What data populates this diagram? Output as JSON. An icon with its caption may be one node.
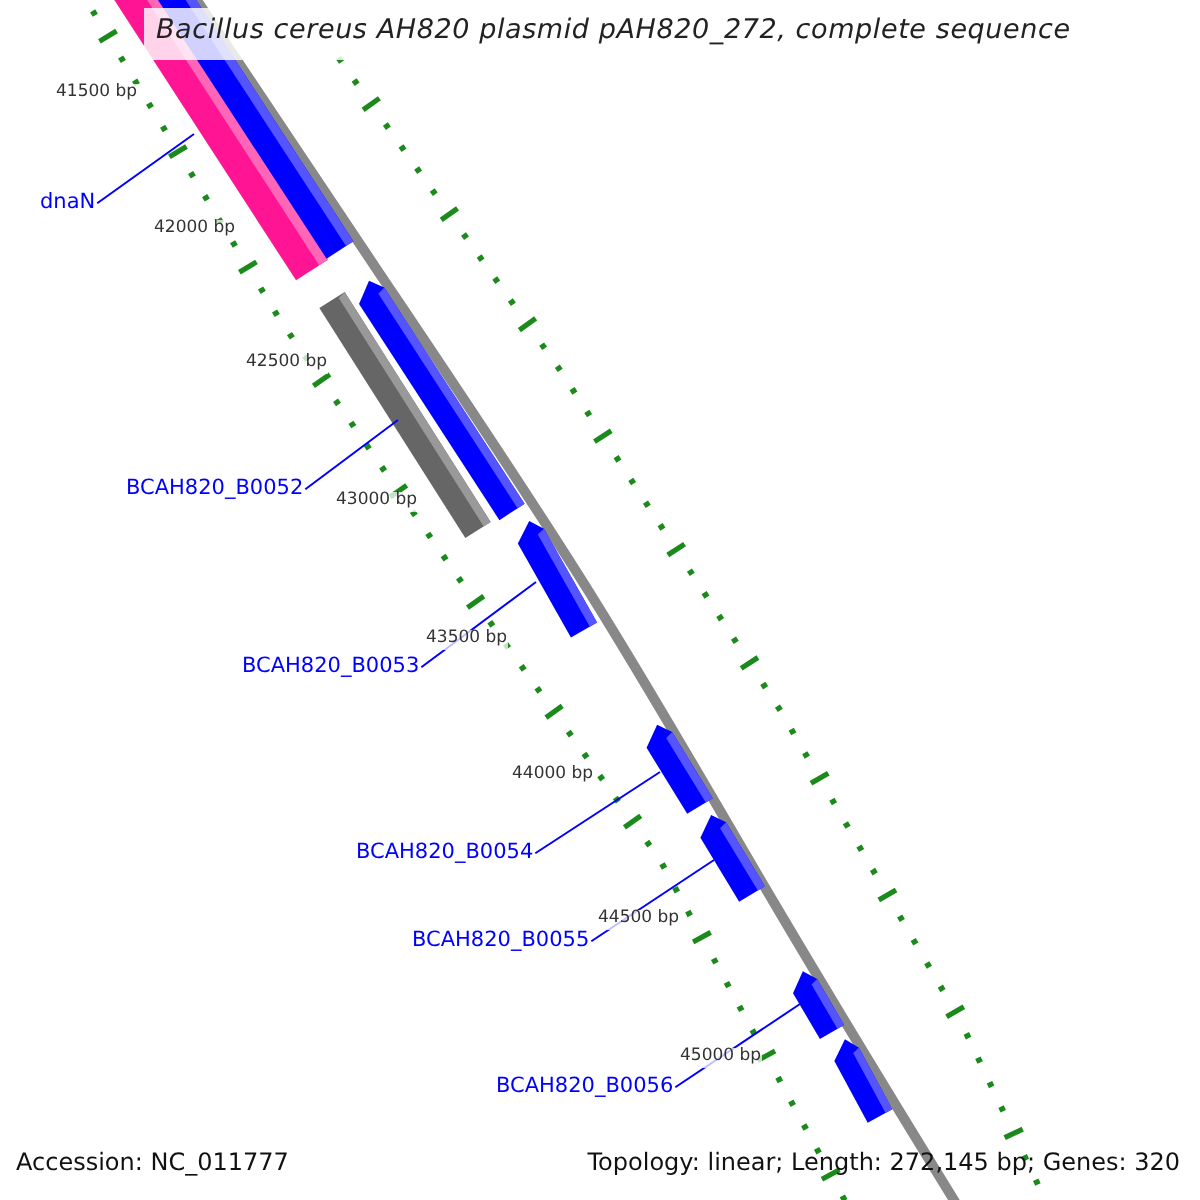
{
  "diagram": {
    "title": "Bacillus cereus AH820 plasmid pAH820_272, complete sequence",
    "nodes": [
      {
        "text": [
          "dnaN"
        ]
      },
      {
        "text": [
          "BCAH820_B0052"
        ]
      },
      {
        "text": [
          "BCAH820_B0053"
        ]
      },
      {
        "text": [
          "BCAH820_B0054"
        ]
      },
      {
        "text": [
          "BCAH820_B0055"
        ]
      },
      {
        "text": [
          "BCAH820_B0056"
        ]
      },
      {
        "text": [],
        "shape": "bar"
      },
      {
        "text": [],
        "shape": "bar"
      },
      {
        "text": [],
        "shape": "bar"
      },
      {
        "text": [],
        "shape": "bar"
      },
      {
        "text": [],
        "shape": "bar"
      },
      {
        "text": [],
        "shape": "bar"
      },
      {
        "text": [],
        "shape": "bar"
      },
      {
        "text": [],
        "shape": "bar"
      },
      {
        "text": [],
        "shape": "bar"
      }
    ],
    "edges": [
      {
        "from": 0,
        "to": 6,
        "arrow": "none"
      },
      {
        "from": 1,
        "to": 8,
        "arrow": "none"
      },
      {
        "from": 2,
        "to": 10,
        "arrow": "none"
      },
      {
        "from": 3,
        "to": 11,
        "arrow": "none"
      },
      {
        "from": 4,
        "to": 12,
        "arrow": "none"
      },
      {
        "from": 5,
        "to": 13,
        "arrow": "none"
      }
    ],
    "labels": [
      "41500 bp",
      "42000 bp",
      "42500 bp",
      "43000 bp",
      "43500 bp",
      "44000 bp",
      "44500 bp",
      "45000 bp",
      "Accession: NC_011777",
      "Topology: linear; Length: 272,145 bp; Genes: 320"
    ]
  }
}
